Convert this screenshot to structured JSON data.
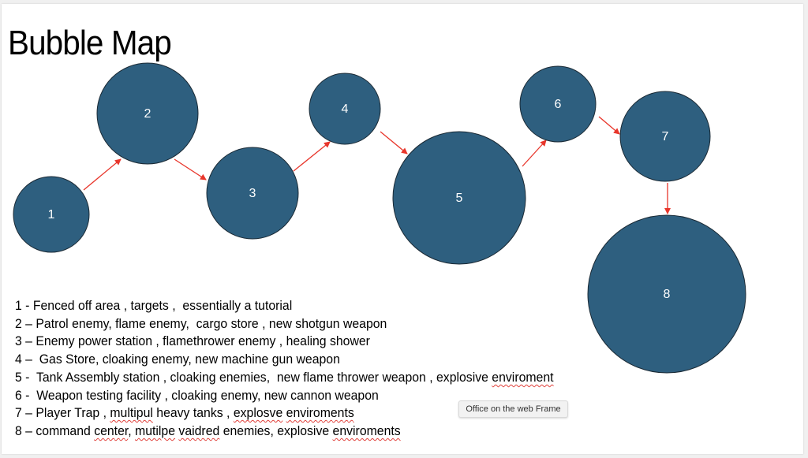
{
  "title": "Bubble Map",
  "bubble_color": "#2e5f7f",
  "arrow_color": "#e8362b",
  "bubbles": [
    {
      "label": "1"
    },
    {
      "label": "2"
    },
    {
      "label": "3"
    },
    {
      "label": "4"
    },
    {
      "label": "5"
    },
    {
      "label": "6"
    },
    {
      "label": "7"
    },
    {
      "label": "8"
    }
  ],
  "notes": [
    [
      {
        "t": "1 - Fenced off area , targets ,  essentially a tutorial"
      }
    ],
    [
      {
        "t": "2 – Patrol enemy, flame enemy,  cargo store , new shotgun weapon"
      }
    ],
    [
      {
        "t": "3 – Enemy power station , flamethrower enemy , healing shower"
      }
    ],
    [
      {
        "t": "4 –  Gas Store, cloaking enemy, new machine gun weapon"
      }
    ],
    [
      {
        "t": "5 -  Tank Assembly station , cloaking enemies,  new flame thrower weapon , explosive "
      },
      {
        "t": "enviroment",
        "m": true
      }
    ],
    [
      {
        "t": "6 -  Weapon testing facility , cloaking enemy, new cannon weapon"
      }
    ],
    [
      {
        "t": "7 – Player Trap , "
      },
      {
        "t": "multipul",
        "m": true
      },
      {
        "t": " heavy tanks , "
      },
      {
        "t": "explosve",
        "m": true
      },
      {
        "t": " "
      },
      {
        "t": "enviroments",
        "m": true
      }
    ],
    [
      {
        "t": "8 – command "
      },
      {
        "t": "center",
        "m": true
      },
      {
        "t": ", "
      },
      {
        "t": "mutilpe",
        "m": true
      },
      {
        "t": " "
      },
      {
        "t": "vaidred",
        "m": true
      },
      {
        "t": " enemies, explosive "
      },
      {
        "t": "enviroments",
        "m": true
      }
    ]
  ],
  "tooltip": "Office on the web Frame"
}
